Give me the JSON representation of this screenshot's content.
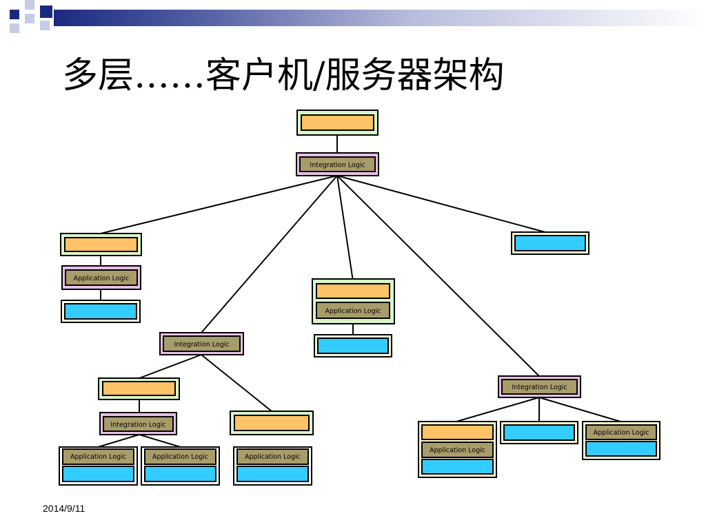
{
  "slide": {
    "title": "多层……客户机/服务器架构",
    "date": "2014/9/11"
  },
  "colors": {
    "client_fill": "#ffc266",
    "client_frame": "#d9f5c8",
    "database_fill": "#33ccff",
    "database_frame": "#fffbd6",
    "integration_fill": "#a89c6b",
    "integration_frame": "#e6bfe6",
    "application_fill": "#a89c6b",
    "application_frame": "#e6bfe6",
    "accent_navy": "#1a2a80",
    "line": "#000000"
  },
  "diagram": {
    "integration_label": "Integration Logic",
    "application_label": "Application Logic"
  }
}
